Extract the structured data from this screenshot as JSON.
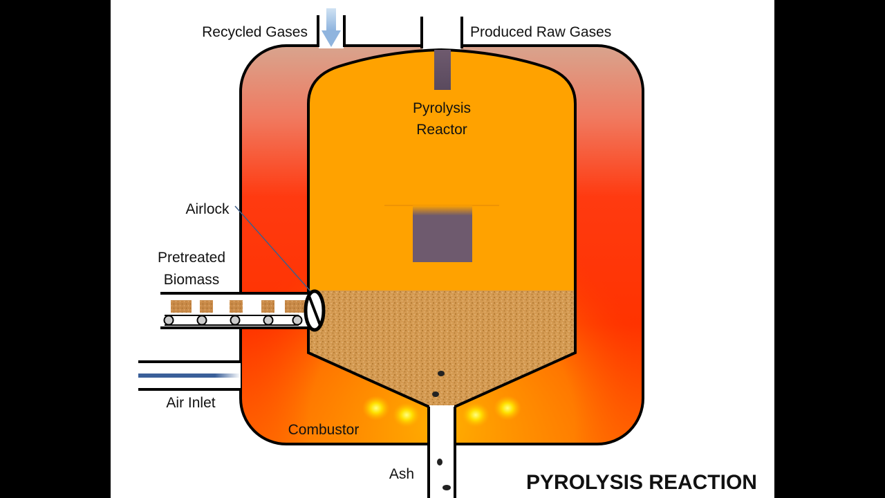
{
  "labels": {
    "recycled_gases": "Recycled Gases",
    "produced_raw_gases": "Produced Raw Gases",
    "reactor_line1": "Pyrolysis",
    "reactor_line2": "Reactor",
    "airlock": "Airlock",
    "biomass_line1": "Pretreated",
    "biomass_line2": "Biomass",
    "air_inlet": "Air Inlet",
    "combustor": "Combustor",
    "ash": "Ash",
    "title": "PYROLYSIS REACTION"
  },
  "colors": {
    "reactor_orange": "#ffa200",
    "combustor_red": "#ff2a00",
    "biomass_tan": "#d9a050",
    "block_purple": "#6e5a6e",
    "air_pipe_blue": "#3a5f99",
    "recycled_arrow": "#a8c8e8"
  }
}
